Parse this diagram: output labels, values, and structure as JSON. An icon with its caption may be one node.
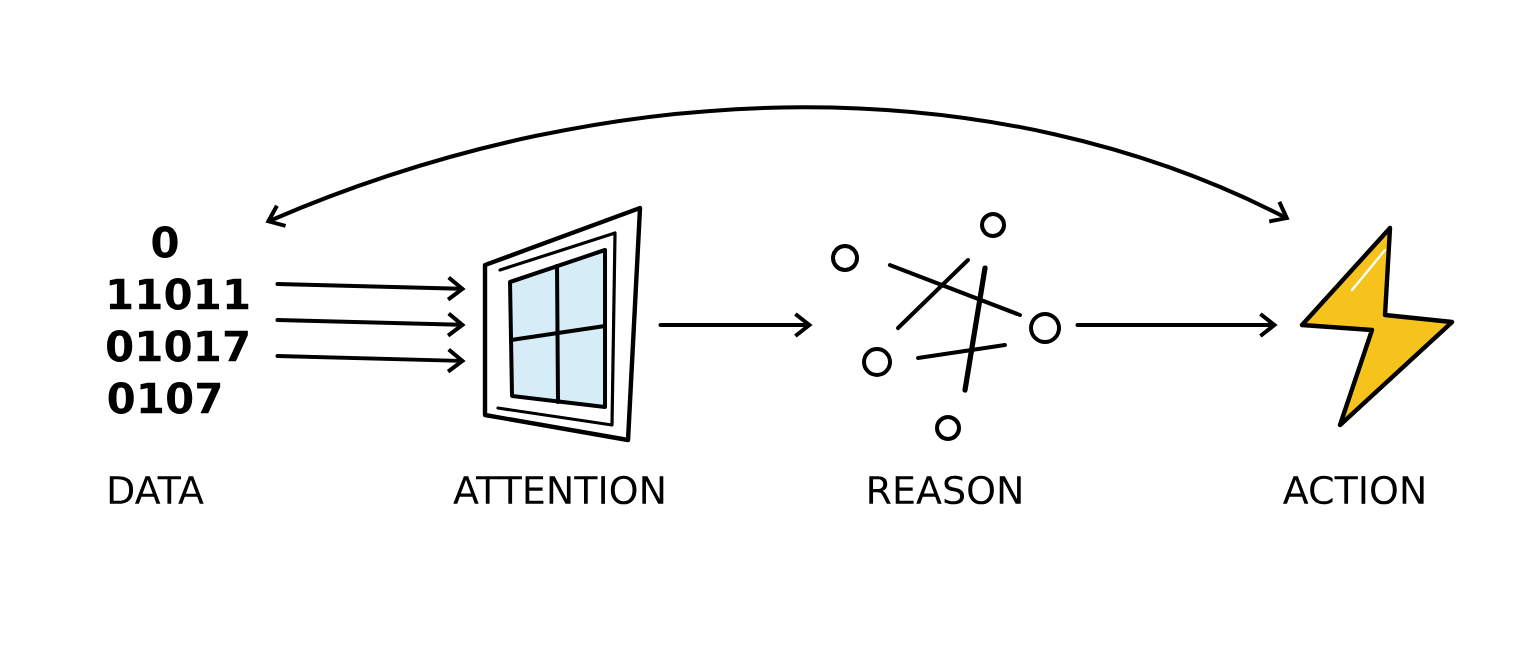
{
  "diagram": {
    "nodes": [
      {
        "text": [
          "0 11011 01017 0107"
        ],
        "beside": [
          "DATA"
        ]
      },
      {
        "text": [],
        "shape": "picture",
        "beside": [
          "ATTENTION"
        ]
      },
      {
        "text": [],
        "shape": "picture",
        "beside": [
          "REASON"
        ]
      },
      {
        "text": [],
        "shape": "picture",
        "beside": [
          "ACTION"
        ]
      }
    ],
    "edges": [
      {
        "from": 0,
        "to": 1,
        "arrow": "to"
      },
      {
        "from": 0,
        "to": 1,
        "arrow": "to"
      },
      {
        "from": 0,
        "to": 1,
        "arrow": "to"
      },
      {
        "from": 1,
        "to": 2,
        "arrow": "to"
      },
      {
        "from": 2,
        "to": 3,
        "arrow": "to"
      },
      {
        "from": 0,
        "to": 3,
        "arrow": "both"
      }
    ]
  }
}
